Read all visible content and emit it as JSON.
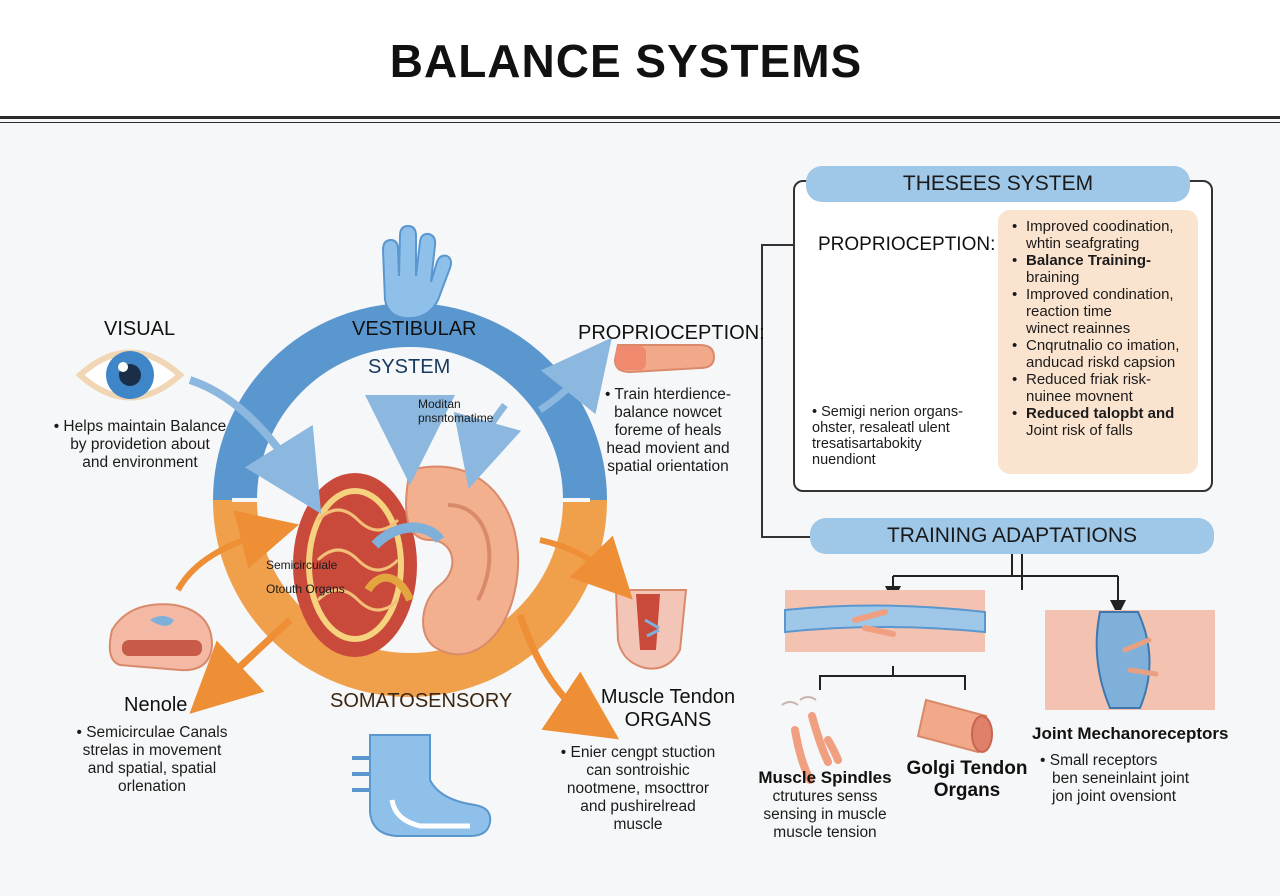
{
  "title": "BALANCE SYSTEMS",
  "wheel": {
    "vestibular_line1": "VESTIBULAR",
    "vestibular_line2": "SYSTEM",
    "arrow_note_line1": "Moditan",
    "arrow_note_line2": "pnsntomatime",
    "somatosensory": "SOMATOSENSORY",
    "center_line1": "Semicircuiale",
    "center_line2": "Otouth Organs"
  },
  "visual": {
    "label": "VISUAL",
    "lines": [
      "• Helps maintain Balance",
      "by providetion about",
      "and environment"
    ]
  },
  "proprioception_left": {
    "label": "PROPRIOCEPTION:",
    "lines": [
      "• Train hterdience-",
      "balance nowcet",
      "foreme of heals",
      "head movient and",
      "spatial orientation"
    ]
  },
  "nenole": {
    "label": "Nenole",
    "lines": [
      "• Semicirculae Canals",
      "strelas in movement",
      "and spatial, spatial",
      "orlenation"
    ]
  },
  "muscle_tendon": {
    "label_line1": "Muscle Tendon",
    "label_line2": "ORGANS",
    "lines": [
      "• Enier cengpt stuction",
      "can sontroishic",
      "nootmene, msocttror",
      "and pushirelread",
      "muscle"
    ]
  },
  "panel": {
    "header": "THESEES SYSTEM",
    "proprioception_label": "PROPRIOCEPTION:",
    "note_lines": [
      "• Semigi nerion organs-",
      "ohster, resaleatl ulent",
      "tresatisartabokity",
      "nuendiont"
    ],
    "benefits": [
      {
        "l1": "Improved coodination,",
        "l2": "whtin seafgrating",
        "bold": false
      },
      {
        "l1": "Balance Training-",
        "l2": "braining",
        "bold": true
      },
      {
        "l1": "Improved condination,",
        "l2": "reaction time",
        "l3": "winect reainnes",
        "bold": false
      },
      {
        "l1": "Cnqrutnalio co imation,",
        "l2": "anducad riskd capsion",
        "bold": false
      },
      {
        "l1": "Reduced friak risk-",
        "l2": "nuinee movnent",
        "bold": false
      },
      {
        "l1": "Reduced talopbt and",
        "l2": "Joint risk of falls",
        "bold": true
      }
    ]
  },
  "training": {
    "header": "TRAINING ADAPTATIONS",
    "spindles_label": "Muscle Spindles",
    "spindles_lines": [
      "ctrutures senss",
      "sensing in muscle",
      "muscle tension"
    ],
    "golgi_line1": "Golgi Tendon",
    "golgi_line2": "Organs",
    "joint_label": "Joint Mechanoreceptors",
    "joint_lines": [
      "• Small receptors",
      "ben seneinlaint joint",
      "jon joint ovensiont"
    ]
  },
  "colors": {
    "vestibular_blue": "#5b97cf",
    "somatosensory_orange": "#f0a04b",
    "pill_blue": "#9fc7e8",
    "benefit_peach": "#fbe4cf",
    "skin": "#f2b08f",
    "muscle_red": "#c94a3b"
  },
  "icons": [
    "hand-icon",
    "eye-icon",
    "foot-icon",
    "ear-icon",
    "leg-icon",
    "finger-icon"
  ]
}
